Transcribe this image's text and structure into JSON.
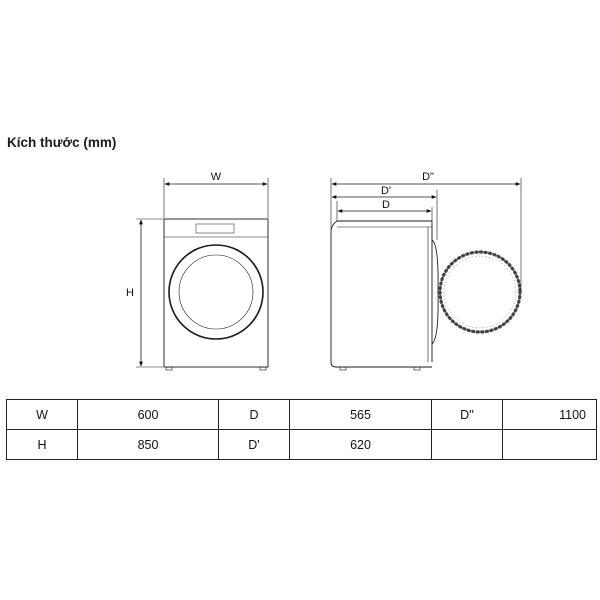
{
  "title": "Kích thước (mm)",
  "diagram": {
    "front_labels": {
      "width": "W",
      "height": "H"
    },
    "side_labels": {
      "depth": "D",
      "depth_prime": "D'",
      "depth_double": "D\""
    }
  },
  "specs": {
    "rows": [
      [
        {
          "label": "W",
          "value": "600"
        },
        {
          "label": "D",
          "value": "565"
        },
        {
          "label": "D''",
          "value": "1100"
        }
      ],
      [
        {
          "label": "H",
          "value": "850"
        },
        {
          "label": "D'",
          "value": "620"
        },
        {
          "label": "",
          "value": ""
        }
      ]
    ]
  },
  "colors": {
    "line": "#1a1a1a",
    "door_dots": "#444444"
  }
}
